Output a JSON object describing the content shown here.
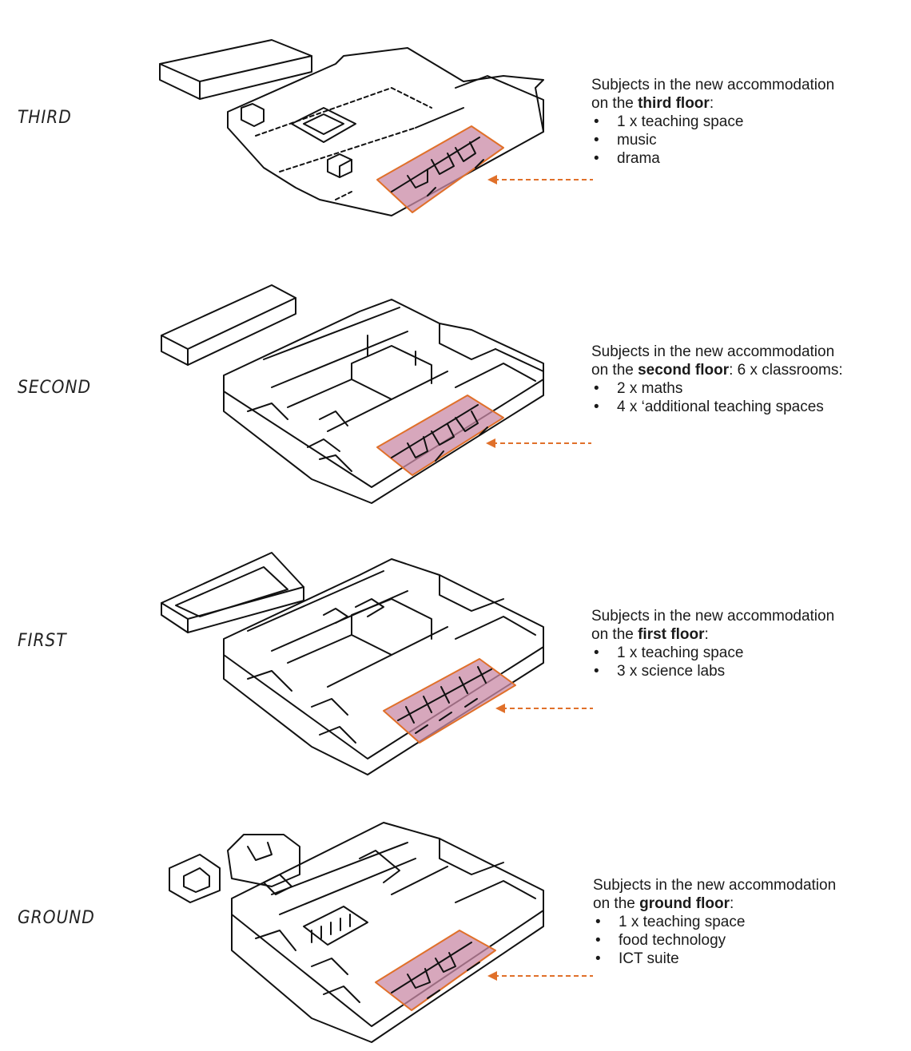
{
  "accent_colors": {
    "highlight_fill": "#c98aa6",
    "highlight_stroke": "#e0702a",
    "arrow": "#e0702a"
  },
  "floors": [
    {
      "id": "third",
      "hand_label": "THIRD",
      "heading_line1": "Subjects in the new accommodation",
      "heading_prefix": "on the ",
      "heading_bold": "third floor",
      "heading_suffix": ":",
      "items": [
        "1 x teaching space",
        "music",
        "drama"
      ]
    },
    {
      "id": "second",
      "hand_label": "SECOND",
      "heading_line1": "Subjects in the new accommodation",
      "heading_prefix": "on the ",
      "heading_bold": "second floor",
      "heading_suffix": ": 6 x classrooms:",
      "items": [
        "2 x maths",
        "4 x ‘additional teaching spaces"
      ]
    },
    {
      "id": "first",
      "hand_label": "FIRST",
      "heading_line1": "Subjects in the new accommodation",
      "heading_prefix": "on the ",
      "heading_bold": "first floor",
      "heading_suffix": ":",
      "items": [
        "1 x teaching space",
        "3 x science labs"
      ]
    },
    {
      "id": "ground",
      "hand_label": "GROUND",
      "heading_line1": "Subjects in the new accommodation",
      "heading_prefix": "on the ",
      "heading_bold": "ground floor",
      "heading_suffix": ":",
      "items": [
        "1 x teaching space",
        "food technology",
        "ICT suite"
      ]
    }
  ]
}
